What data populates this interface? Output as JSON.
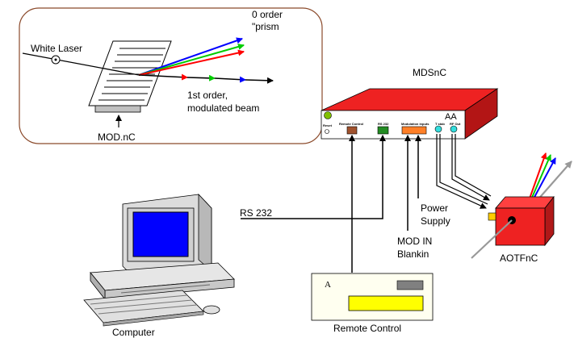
{
  "inset": {
    "white_laser": "White Laser",
    "zero_order_line1": "0 order",
    "zero_order_line2": "\"prism",
    "first_order_line1": "1st order,",
    "first_order_line2": "modulated beam",
    "mod_label": "MOD.nC"
  },
  "driver": {
    "title": "MDSnC",
    "corner_label": "AA",
    "panel_labels": {
      "reset": "Reset",
      "remote_control": "Remote Control",
      "rs232": "RS 232",
      "modulation_inputs": "Modulation inputs",
      "t_stab": "T stab",
      "rf_out": "RF Out"
    }
  },
  "connections": {
    "rs232": "RS 232",
    "power_line1": "Power",
    "power_line2": "Supply",
    "mod_in_line1": "MOD IN",
    "mod_in_line2": "Blankin"
  },
  "devices": {
    "computer": "Computer",
    "remote_control": "Remote Control",
    "remote_panel_letter": "A",
    "aotf": "AOTFnC"
  },
  "colors": {
    "driver_red": "#ee2222",
    "connector_brown": "#a0522d",
    "connector_green": "#228b22",
    "connector_orange": "#ff7f27",
    "led_cyan": "#33dddd",
    "display_yellow": "#ffff00",
    "screen_blue": "#0000ff",
    "beam_red": "#ff0000",
    "beam_green": "#00cc00",
    "beam_blue": "#0000ff"
  }
}
